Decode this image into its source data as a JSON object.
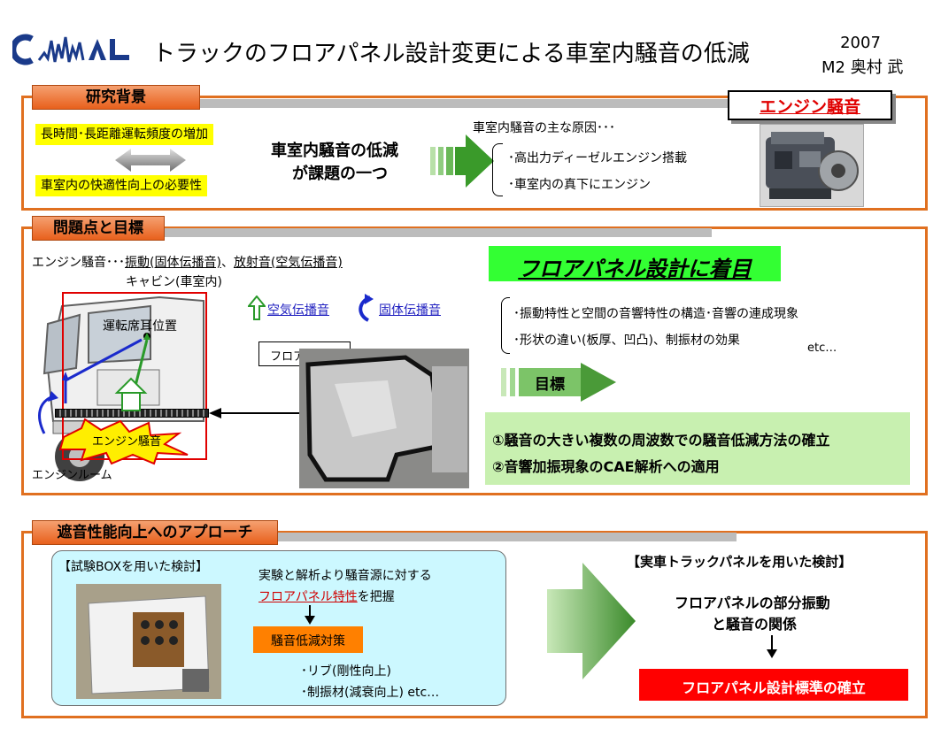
{
  "header": {
    "logo": "CAMAL",
    "title": "トラックのフロアパネル設計変更による車室内騒音の低減",
    "year": "2007",
    "author": "M2 奥村 武"
  },
  "section1": {
    "tag": "研究背景",
    "left_top": "長時間･長距離運転頻度の増加",
    "left_bottom": "車室内の快適性向上の必要性",
    "issue_line1": "車室内騒音の低減",
    "issue_line2": "が課題の一つ",
    "causes_title": "車室内騒音の主な原因･･･",
    "cause1": "･高出力ディーゼルエンジン搭載",
    "cause2": "･車室内の真下にエンジン",
    "engine_label": "エンジン騒音"
  },
  "section2": {
    "tag": "問題点と目標",
    "noise_prefix": "エンジン騒音･･･",
    "noise_vibration": "振動(固体伝播音)",
    "noise_sep": "、",
    "noise_radiation": "放射音(空気伝播音)",
    "cabin_label": "キャビン(車室内)",
    "driver_ear": "運転席耳位置",
    "air_borne": "空気伝播音",
    "structure_borne": "固体伝播音",
    "floor_panel_label": "フロアパネル",
    "engine_noise": "エンジン騒音",
    "engine_room": "エンジンルーム",
    "focus": "フロアパネル設計に着目",
    "point1": "･振動特性と空間の音響特性の構造･音響の連成現象",
    "point2": "･形状の違い(板厚、凹凸)、制振材の効果",
    "etc": "etc…",
    "goal_label": "目標",
    "goal1": "①騒音の大きい複数の周波数での騒音低減方法の確立",
    "goal2": "②音響加振現象のCAE解析への適用"
  },
  "section3": {
    "tag": "遮音性能向上へのアプローチ",
    "box_title": "【試験BOXを用いた検討】",
    "study_line1": "実験と解析より騒音源に対する",
    "study_link": "フロアパネル特性",
    "study_line2_suffix": "を把握",
    "countermeasure": "騒音低減対策",
    "rib": "･リブ(剛性向上)",
    "damping": "･制振材(減衰向上) etc…",
    "real_title": "【実車トラックパネルを用いた検討】",
    "real_line1": "フロアパネルの部分振動",
    "real_line2": "と騒音の関係",
    "standard": "フロアパネル設計標準の確立"
  },
  "colors": {
    "section_border": "#e07020",
    "tag_fill": "#e8601c",
    "highlight_yellow": "#ffff00",
    "green_arrow": "#3a9a2a",
    "goal_box": "#c8f0b0",
    "focus_box": "#33ff33",
    "countermeasure_orange": "#ff8000",
    "standard_red": "#ff0000",
    "approach_panel": "#ccf8ff"
  }
}
